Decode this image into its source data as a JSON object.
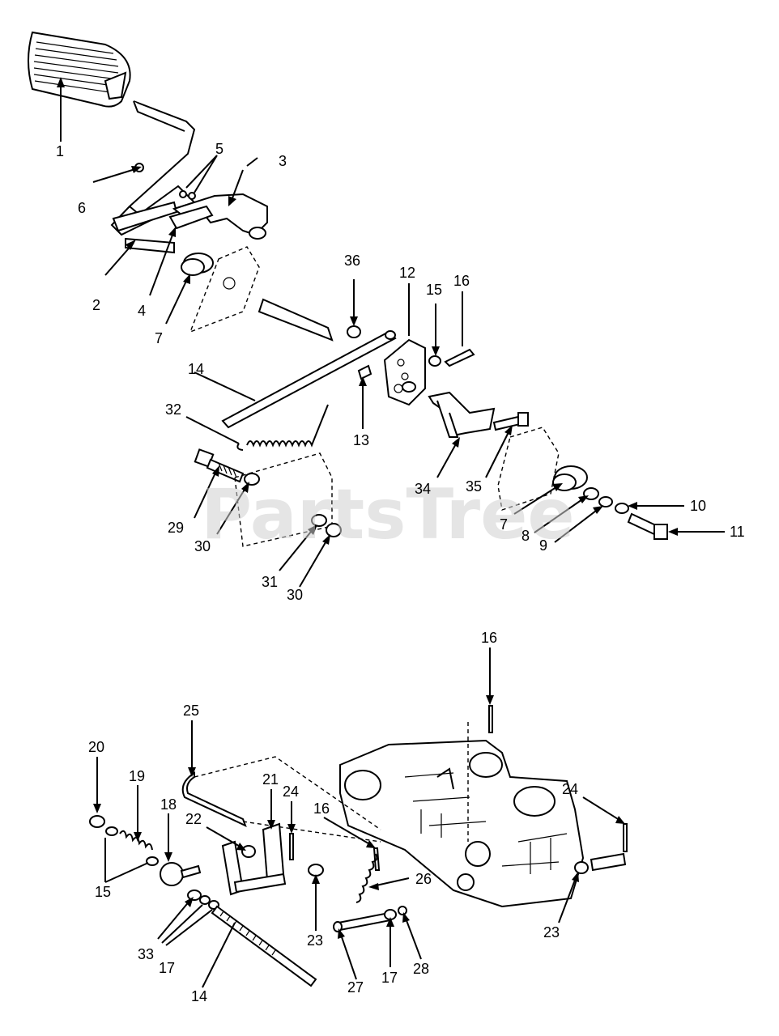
{
  "watermark": "PartsTree",
  "callouts": [
    {
      "id": "c1",
      "text": "1"
    },
    {
      "id": "c2",
      "text": "2"
    },
    {
      "id": "c3",
      "text": "3"
    },
    {
      "id": "c4",
      "text": "4"
    },
    {
      "id": "c5",
      "text": "5"
    },
    {
      "id": "c6",
      "text": "6"
    },
    {
      "id": "c7a",
      "text": "7"
    },
    {
      "id": "c36",
      "text": "36"
    },
    {
      "id": "c12",
      "text": "12"
    },
    {
      "id": "c15a",
      "text": "15"
    },
    {
      "id": "c16a",
      "text": "16"
    },
    {
      "id": "c14a",
      "text": "14"
    },
    {
      "id": "c32",
      "text": "32"
    },
    {
      "id": "c13",
      "text": "13"
    },
    {
      "id": "c34",
      "text": "34"
    },
    {
      "id": "c35",
      "text": "35"
    },
    {
      "id": "c29",
      "text": "29"
    },
    {
      "id": "c30a",
      "text": "30"
    },
    {
      "id": "c31",
      "text": "31"
    },
    {
      "id": "c30b",
      "text": "30"
    },
    {
      "id": "c7b",
      "text": "7"
    },
    {
      "id": "c8",
      "text": "8"
    },
    {
      "id": "c9",
      "text": "9"
    },
    {
      "id": "c10",
      "text": "10"
    },
    {
      "id": "c11",
      "text": "11"
    },
    {
      "id": "c16b",
      "text": "16"
    },
    {
      "id": "c25",
      "text": "25"
    },
    {
      "id": "c20",
      "text": "20"
    },
    {
      "id": "c19",
      "text": "19"
    },
    {
      "id": "c18",
      "text": "18"
    },
    {
      "id": "c21",
      "text": "21"
    },
    {
      "id": "c24a",
      "text": "24"
    },
    {
      "id": "c22",
      "text": "22"
    },
    {
      "id": "c16c",
      "text": "16"
    },
    {
      "id": "c24b",
      "text": "24"
    },
    {
      "id": "c15b",
      "text": "15"
    },
    {
      "id": "c26",
      "text": "26"
    },
    {
      "id": "c23a",
      "text": "23"
    },
    {
      "id": "c23b",
      "text": "23"
    },
    {
      "id": "c33",
      "text": "33"
    },
    {
      "id": "c17a",
      "text": "17"
    },
    {
      "id": "c17b",
      "text": "17"
    },
    {
      "id": "c28",
      "text": "28"
    },
    {
      "id": "c27",
      "text": "27"
    },
    {
      "id": "c14b",
      "text": "14"
    }
  ]
}
